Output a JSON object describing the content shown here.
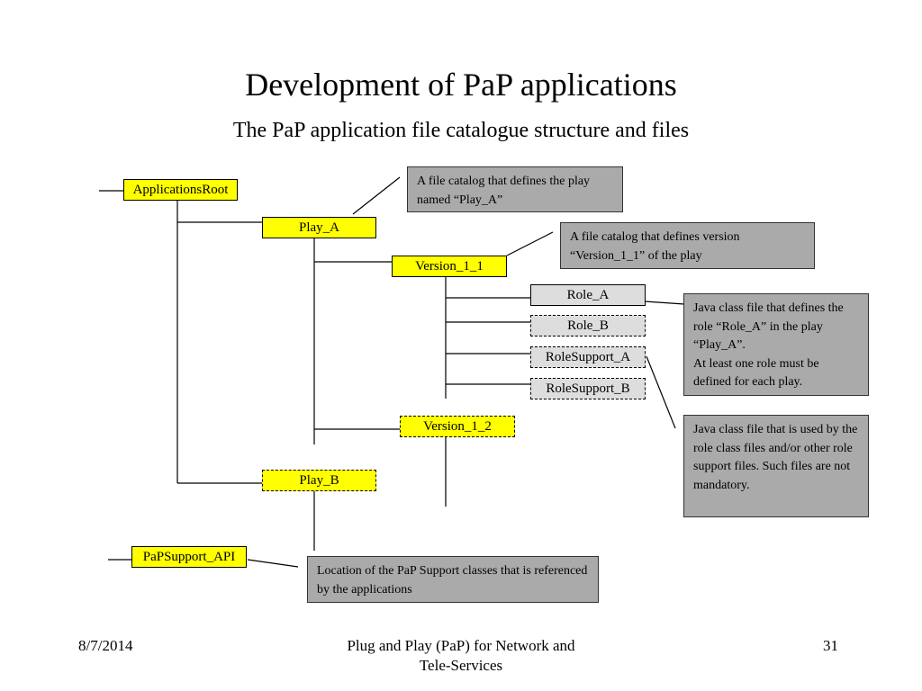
{
  "slide": {
    "title": "Development of PaP applications",
    "subtitle": "The PaP application file catalogue structure and files"
  },
  "nodes": {
    "applications_root": "ApplicationsRoot",
    "play_a": "Play_A",
    "version_1_1": "Version_1_1",
    "role_a": "Role_A",
    "role_b": "Role_B",
    "role_support_a": "RoleSupport_A",
    "role_support_b": "RoleSupport_B",
    "version_1_2": "Version_1_2",
    "play_b": "Play_B",
    "pap_support_api": "PaPSupport_API"
  },
  "notes": {
    "play_catalog": "A file catalog that defines the play named “Play_A”",
    "version_catalog": "A file catalog that defines version “Version_1_1” of the play",
    "role_class": "Java class file that defines the role “Role_A” in the play “Play_A”.",
    "role_class_extra": "At least one role must be defined for each play.",
    "role_support": "Java class file that is used by the role class files and/or other role support files. Such files are not mandatory.",
    "support_location": "Location of the PaP Support classes that is referenced by the applications"
  },
  "footer": {
    "date": "8/7/2014",
    "center_line1": "Plug and Play (PaP) for Network and",
    "center_line2": "Tele-Services",
    "page_number": "31"
  },
  "colors": {
    "folder": "#ffff00",
    "file": "#dddddd",
    "note": "#aaaaaa"
  }
}
